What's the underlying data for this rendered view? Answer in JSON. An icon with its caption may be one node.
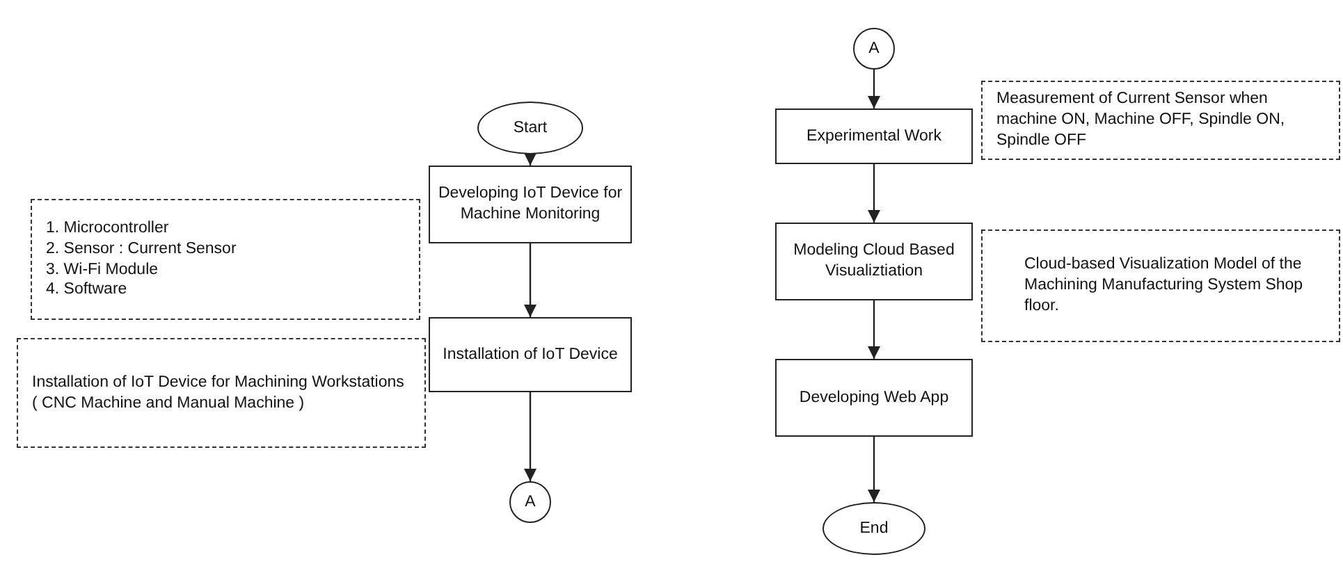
{
  "diagram": {
    "nodes": [
      {
        "text": [
          "Start"
        ]
      },
      {
        "text": [
          "Developing IoT Device for Machine Monitoring"
        ]
      },
      {
        "text": [
          "Installation of IoT Device"
        ]
      },
      {
        "text": [
          "A"
        ]
      },
      {
        "text": [
          "A"
        ]
      },
      {
        "text": [
          "Experimental Work"
        ]
      },
      {
        "text": [
          "Modeling Cloud Based Visualiztiation"
        ]
      },
      {
        "text": [
          "Developing Web App"
        ]
      },
      {
        "text": [
          "End"
        ]
      },
      {
        "text": [
          "1. Microcontroller",
          "2. Sensor : Current Sensor",
          "3. Wi-Fi Module",
          "4. Software"
        ]
      },
      {
        "text": [
          "Installation of IoT Device for Machining Workstations ( CNC Machine and Manual Machine )"
        ]
      },
      {
        "text": [
          "Measurement of Current Sensor when machine ON, Machine OFF, Spindle ON, Spindle OFF"
        ]
      },
      {
        "text": [
          "Cloud-based Visualization Model of the Machining Manufacturing System Shop floor."
        ]
      }
    ],
    "edges": [
      {
        "from": 0,
        "to": 1,
        "arrow": "to"
      },
      {
        "from": 1,
        "to": 2,
        "arrow": "to"
      },
      {
        "from": 2,
        "to": 3,
        "arrow": "to"
      },
      {
        "from": 4,
        "to": 5,
        "arrow": "to"
      },
      {
        "from": 5,
        "to": 6,
        "arrow": "to"
      },
      {
        "from": 6,
        "to": 7,
        "arrow": "to"
      },
      {
        "from": 7,
        "to": 8,
        "arrow": "to"
      }
    ]
  }
}
